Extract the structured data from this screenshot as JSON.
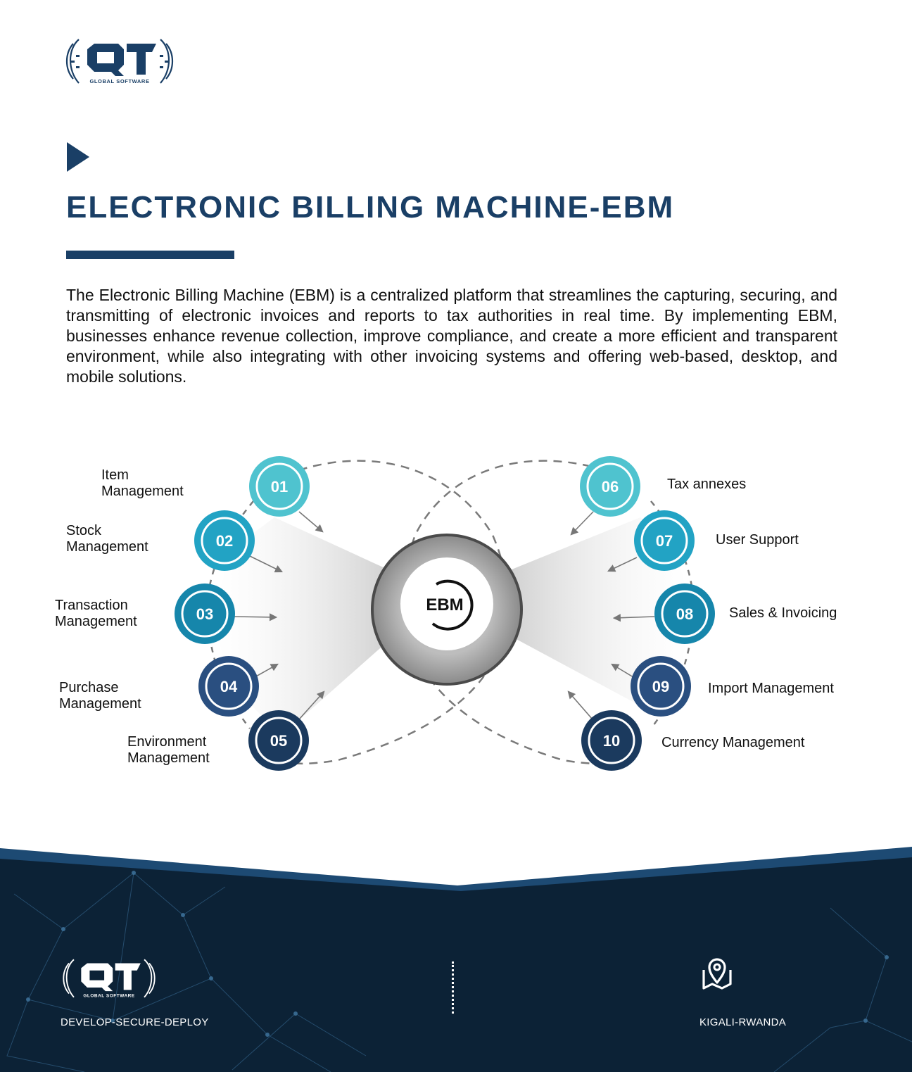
{
  "brand": {
    "logo_letters": "QT",
    "logo_subtitle": "GLOBAL SOFTWARE",
    "color_primary": "#1a3f66"
  },
  "header": {
    "title": "ELECTRONIC BILLING MACHINE-EBM"
  },
  "intro": {
    "text": "The Electronic Billing Machine (EBM) is a centralized platform that streamlines the capturing, securing, and transmitting of electronic invoices and reports to tax authorities in real time. By implementing EBM, businesses enhance revenue collection, improve compliance, and create a more efficient and transparent environment, while also integrating with other invoicing systems and offering web-based, desktop, and mobile solutions."
  },
  "diagram": {
    "center_label": "EBM",
    "features": [
      {
        "num": "01",
        "label": "Item\nManagement",
        "color": "#4fc3cf"
      },
      {
        "num": "02",
        "label": "Stock\nManagement",
        "color": "#22a3c4"
      },
      {
        "num": "03",
        "label": "Transaction\nManagement",
        "color": "#1686ab"
      },
      {
        "num": "04",
        "label": "Purchase\nManagement",
        "color": "#2a4f80"
      },
      {
        "num": "05",
        "label": "Environment\nManagement",
        "color": "#1b3a5e"
      },
      {
        "num": "06",
        "label": "Tax annexes",
        "color": "#4fc3cf"
      },
      {
        "num": "07",
        "label": "User Support",
        "color": "#22a3c4"
      },
      {
        "num": "08",
        "label": "Sales & Invoicing",
        "color": "#1686ab"
      },
      {
        "num": "09",
        "label": "Import Management",
        "color": "#2a4f80"
      },
      {
        "num": "10",
        "label": "Currency Management",
        "color": "#1b3a5e"
      }
    ]
  },
  "footer": {
    "tagline": "DEVELOP-SECURE-DEPLOY",
    "location": "KIGALI-RWANDA",
    "location_icon": "map-pin-icon",
    "background": "#0c2236",
    "accent": "#1d4a73"
  }
}
